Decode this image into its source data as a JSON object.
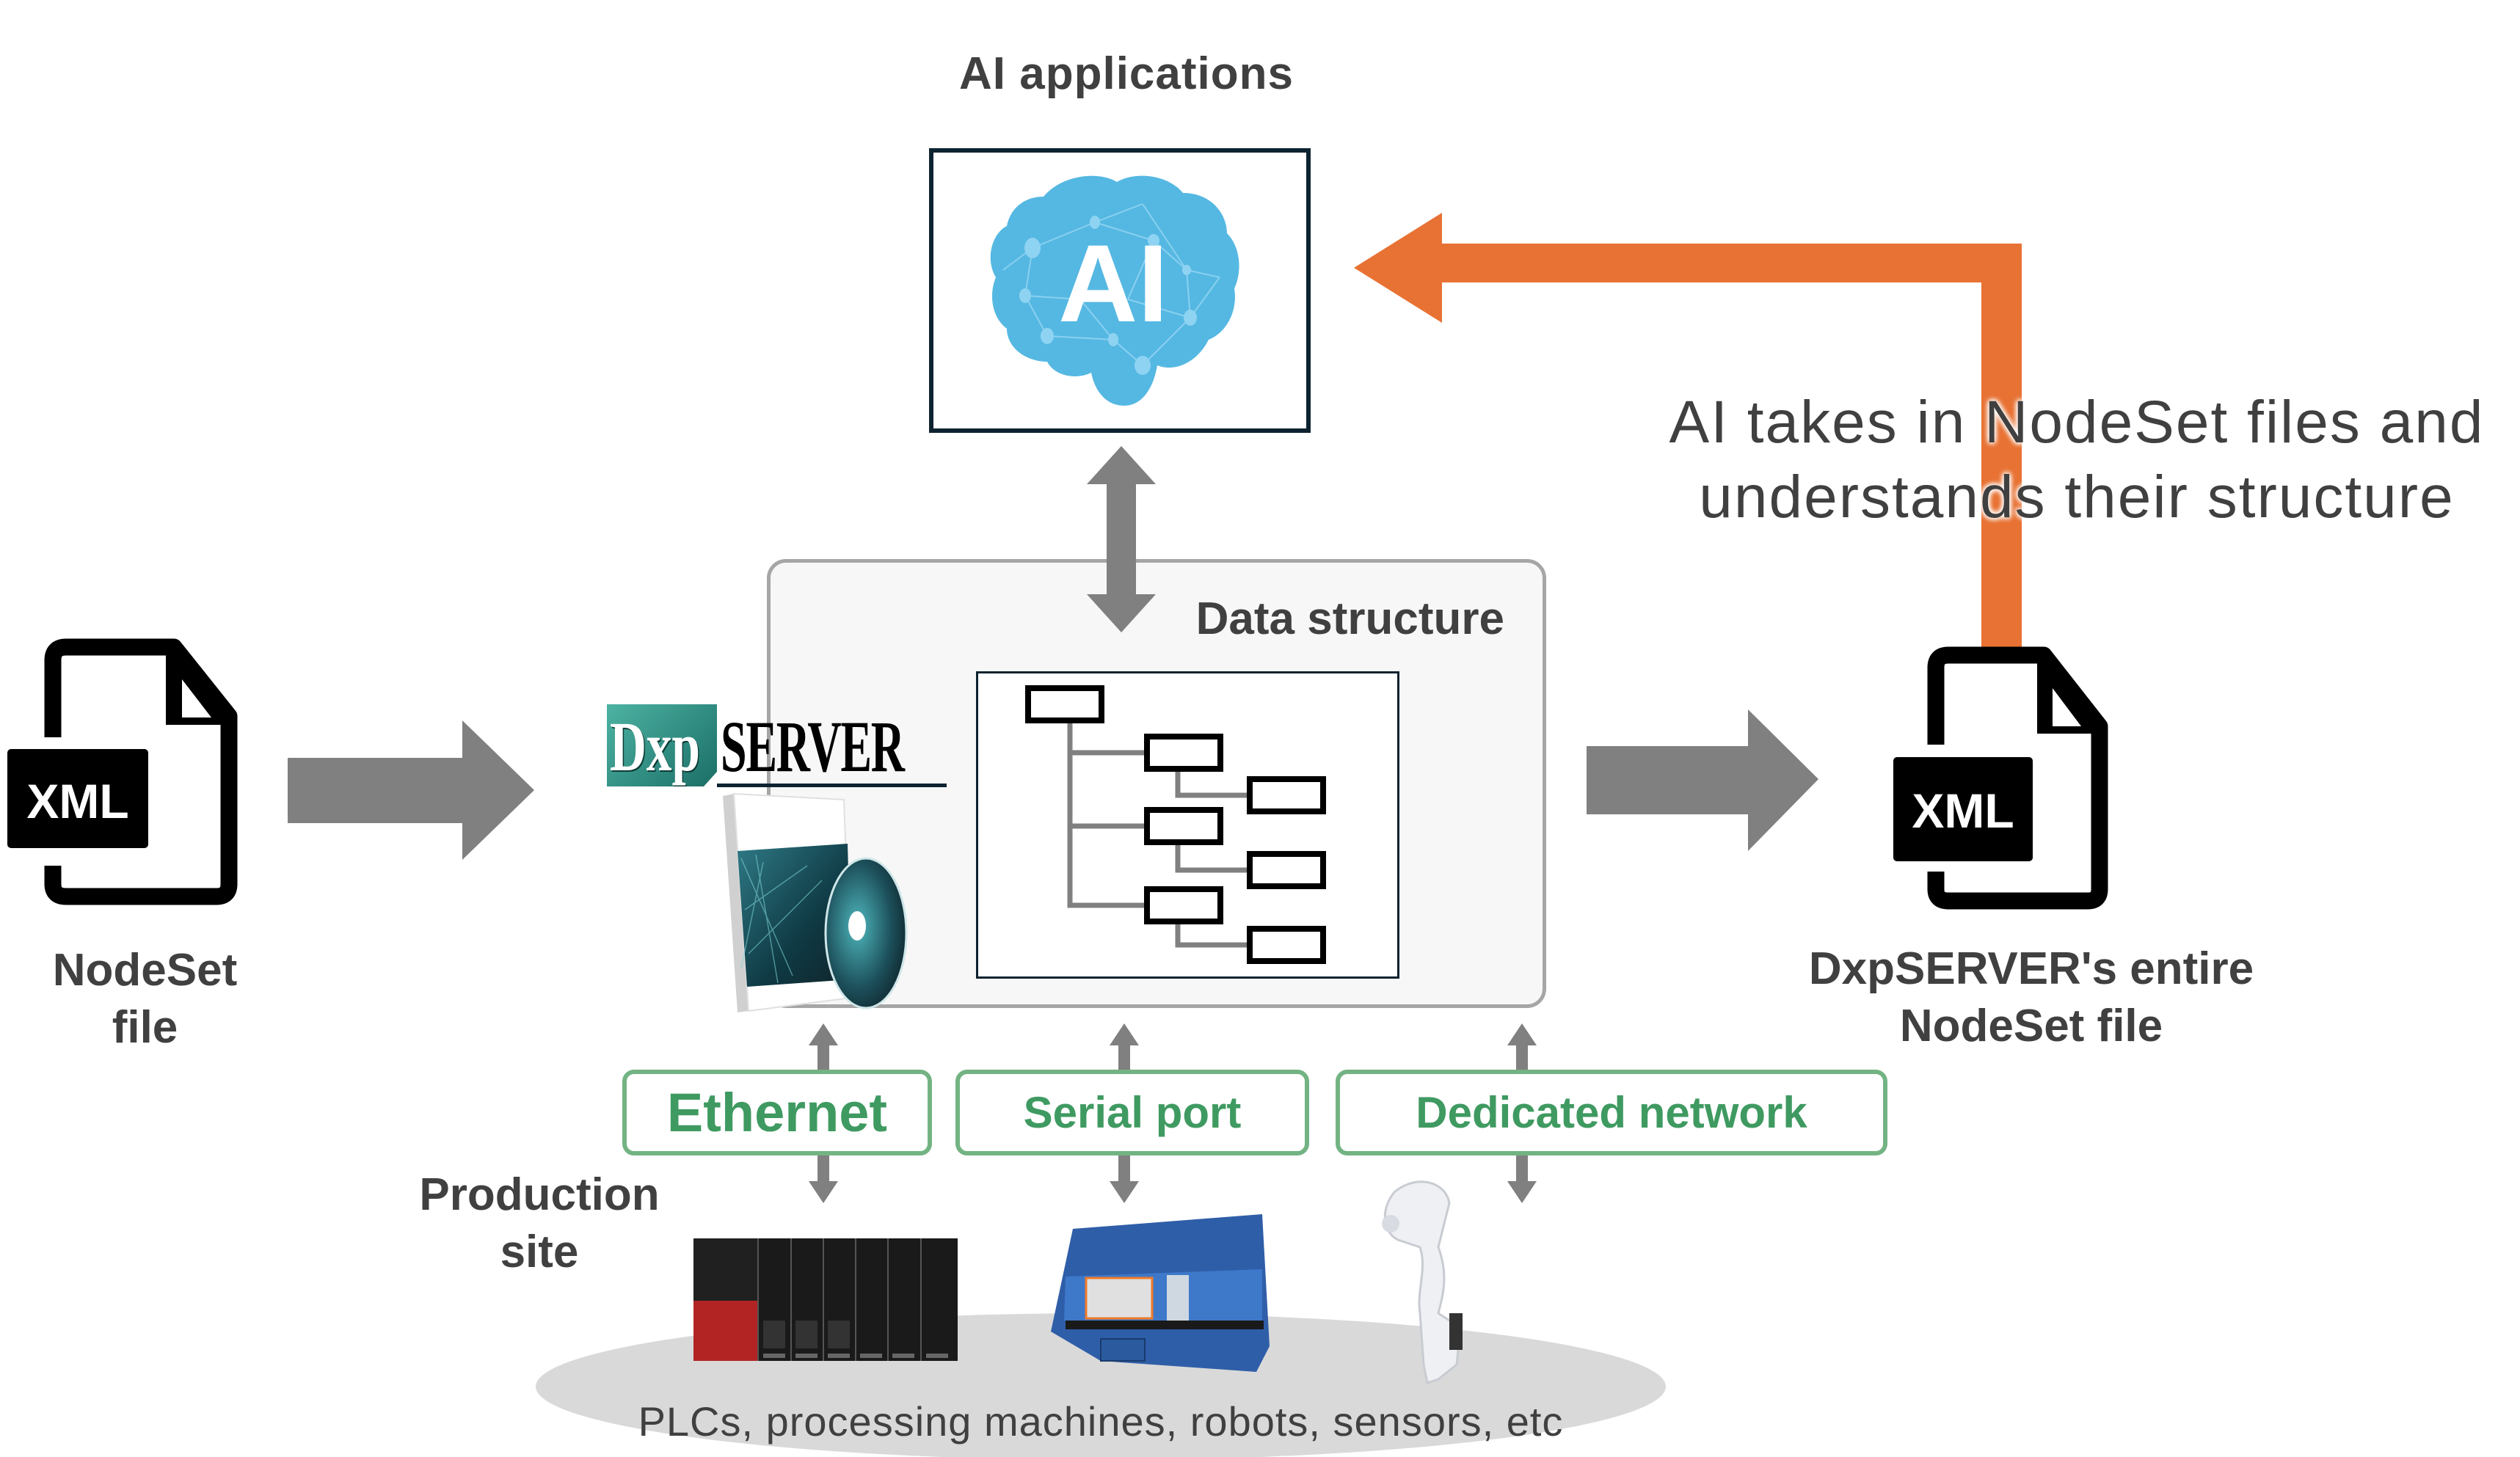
{
  "diagram": {
    "ai_section": {
      "title": "AI applications",
      "ai_logo_text": "AI"
    },
    "annotation": {
      "line1": "AI takes in NodeSet files and",
      "line2": "understands their structure"
    },
    "server": {
      "logo_prefix": "Dxp",
      "logo_suffix": "SERVER",
      "data_structure_label": "Data structure"
    },
    "input_file": {
      "badge": "XML",
      "label_line1": "NodeSet",
      "label_line2": "file"
    },
    "output_file": {
      "badge": "XML",
      "label_line1": "DxpSERVER's entire",
      "label_line2": "NodeSet file"
    },
    "connections": [
      {
        "label": "Ethernet"
      },
      {
        "label": "Serial port"
      },
      {
        "label": "Dedicated network"
      }
    ],
    "production": {
      "label_line1": "Production",
      "label_line2": "site",
      "devices_caption": "PLCs, processing machines, robots, sensors, etc"
    },
    "colors": {
      "orange_arrow": "#E87233",
      "gray_arrow": "#808080",
      "connection_green": "#73B383",
      "connection_text": "#3F9A61",
      "ai_brain": "#55B8E2",
      "ground_ellipse": "#D9D9D9"
    }
  }
}
